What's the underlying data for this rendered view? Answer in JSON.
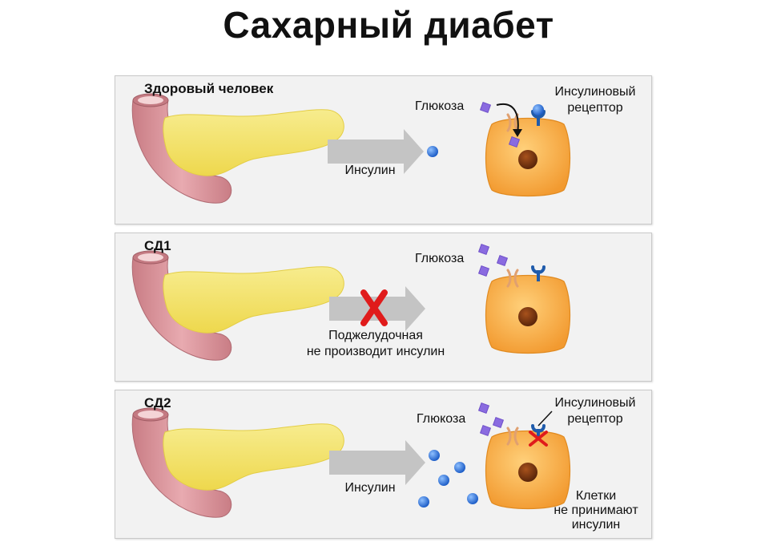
{
  "title": "Сахарный диабет",
  "panels": [
    {
      "title": "Здоровый человек",
      "glucose_label": "Глюкоза",
      "receptor_label_1": "Инсулиновый",
      "receptor_label_2": "рецептор",
      "arrow_label": "Инсулин"
    },
    {
      "title": "СД1",
      "glucose_label": "Глюкоза",
      "arrow_label_1": "Поджелудочная",
      "arrow_label_2": "не производит инсулин"
    },
    {
      "title": "СД2",
      "glucose_label": "Глюкоза",
      "receptor_label_1": "Инсулиновый",
      "receptor_label_2": "рецептор",
      "arrow_label": "Инсулин",
      "cell_note_1": "Клетки",
      "cell_note_2": "не принимают",
      "cell_note_3": "инсулин"
    }
  ],
  "colors": {
    "pancreas": "#f3e36e",
    "duodenum": "#d98f95",
    "cell": "#f7b04a",
    "nucleus": "#7a3a12",
    "insulin": "#3a78d6",
    "glucose": "#8a6be0",
    "receptor": "#1f5bab",
    "transporter": "#e0a070",
    "arrow": "#c4c4c4",
    "block": "#e01b1b"
  }
}
